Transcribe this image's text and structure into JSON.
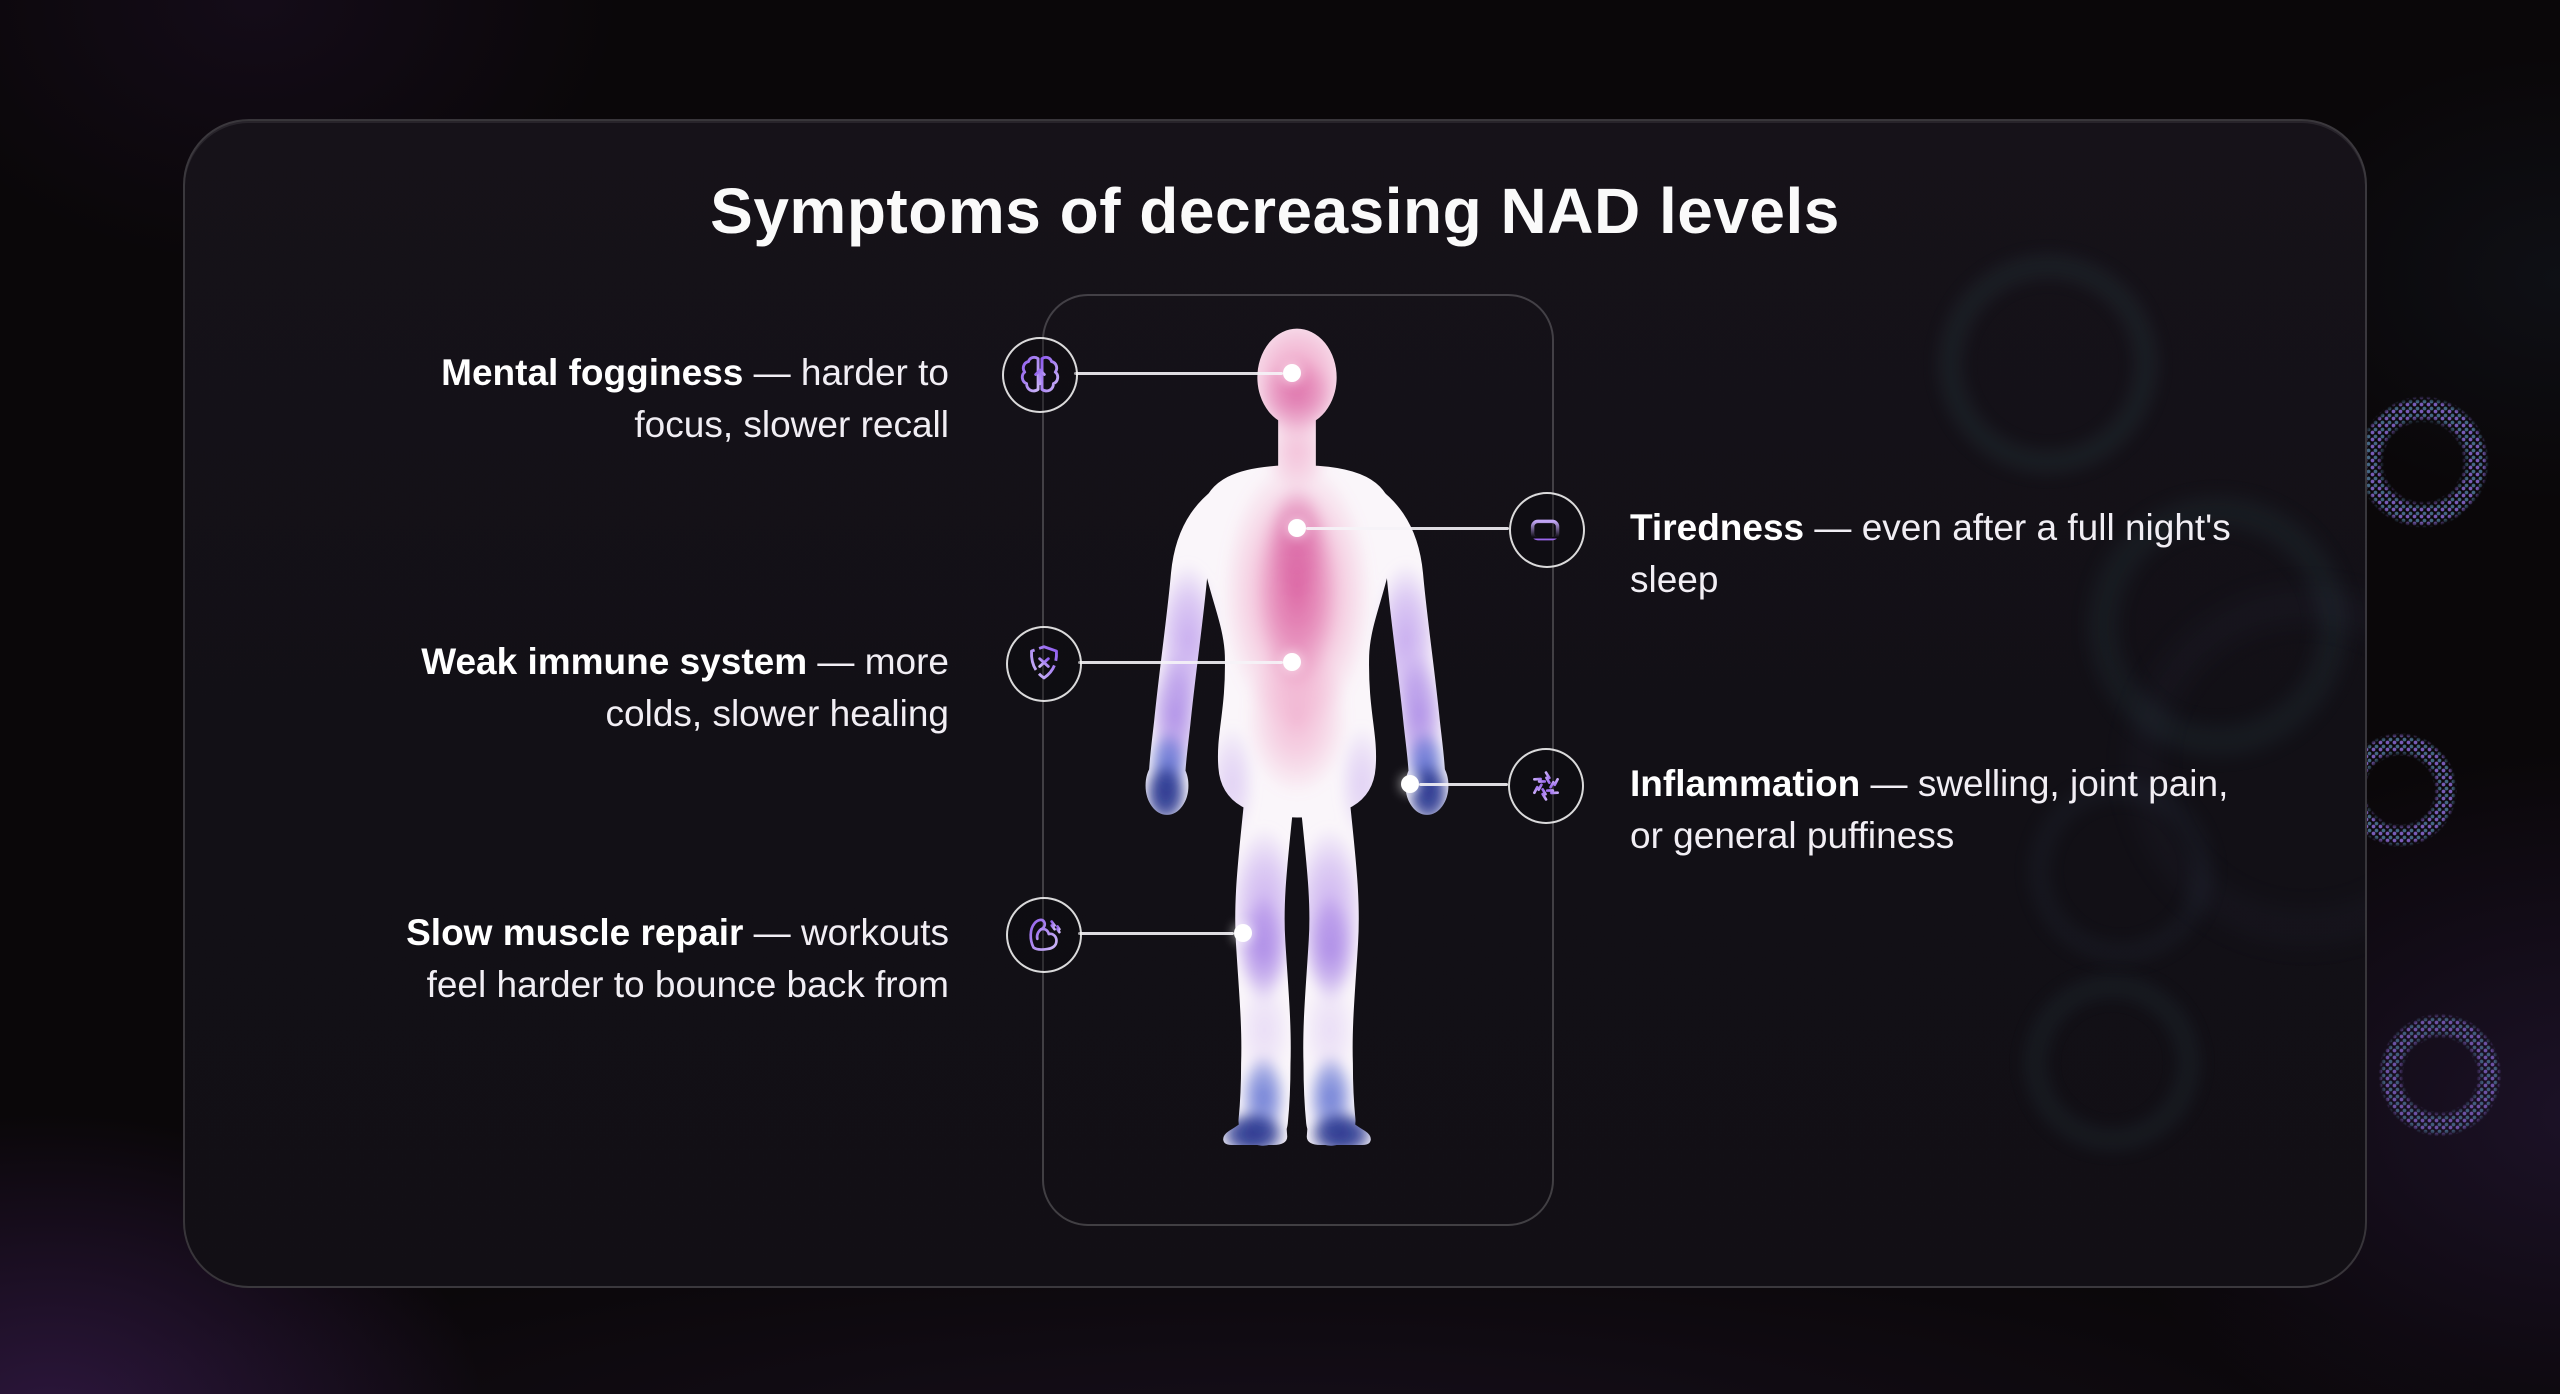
{
  "title": "Symptoms of decreasing NAD levels",
  "em_dash": "—",
  "callouts": {
    "mental_fogginess": {
      "term": "Mental fogginess",
      "description": "harder to focus, slower recall",
      "icon": "brain-icon"
    },
    "tiredness": {
      "term": "Tiredness",
      "description": "even after a full night's sleep",
      "icon": "battery-low-icon"
    },
    "weak_immune_system": {
      "term": "Weak immune system",
      "description": "more colds, slower healing",
      "icon": "shield-x-icon"
    },
    "inflammation": {
      "term": "Inflammation",
      "description": "swelling, joint pain, or general puffiness",
      "icon": "inflammation-burst-icon"
    },
    "slow_muscle_repair": {
      "term": "Slow muscle repair",
      "description": "workouts feel harder to bounce back from",
      "icon": "muscle-bolt-icon"
    }
  },
  "colors": {
    "accent_purple": "#a88bee",
    "icon_circle_stroke": "#ffffff",
    "connector_line": "#f5f3f7",
    "title_text": "#fafafa",
    "label_text": "#f1eef4",
    "body_pink": "#e87ab0",
    "body_purple": "#9b74e2",
    "body_blue": "#2b3f9e",
    "ring_teal": "#6ec8d2",
    "card_background": "#141018",
    "page_background": "#0a0709"
  }
}
